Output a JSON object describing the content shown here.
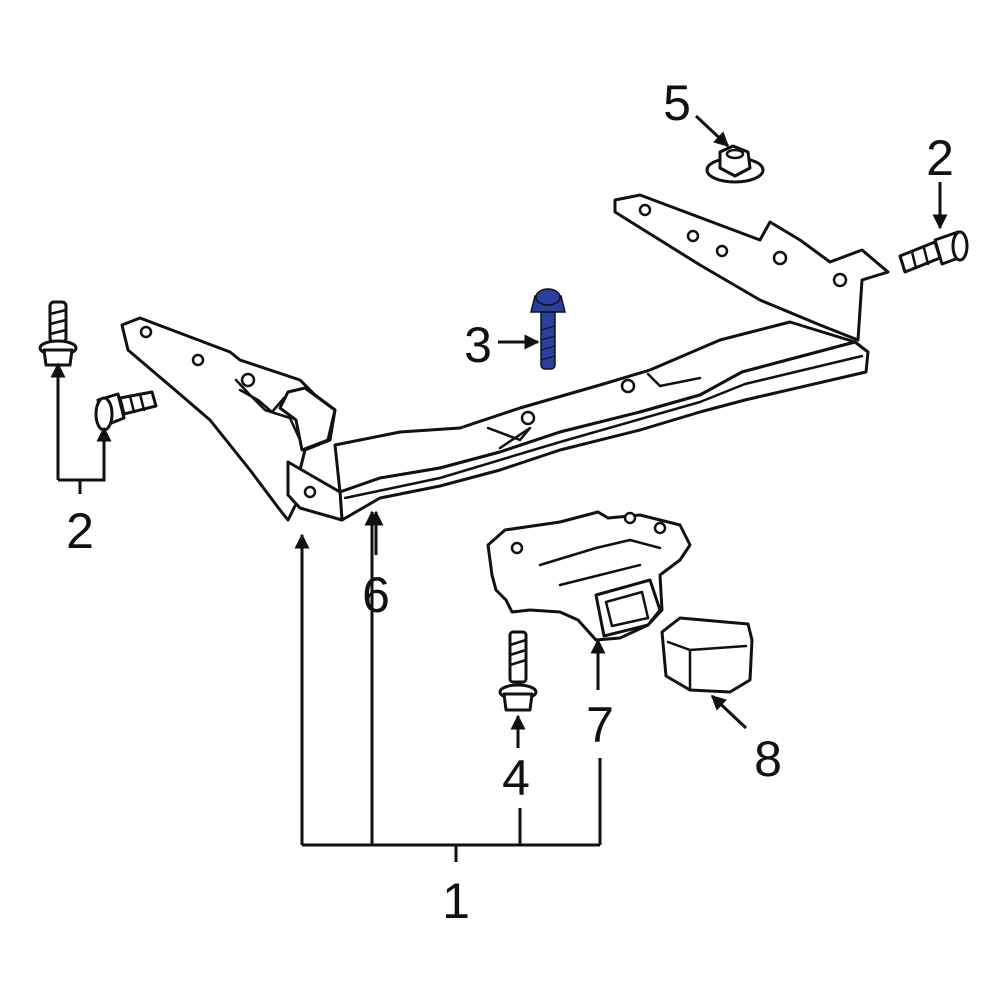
{
  "callouts": {
    "c1": "1",
    "c2_left": "2",
    "c2_right": "2",
    "c3": "3",
    "c4": "4",
    "c5": "5",
    "c6": "6",
    "c7": "7",
    "c8": "8"
  },
  "colors": {
    "line": "#111111",
    "highlight": "#2a3f9e",
    "background": "#ffffff"
  }
}
